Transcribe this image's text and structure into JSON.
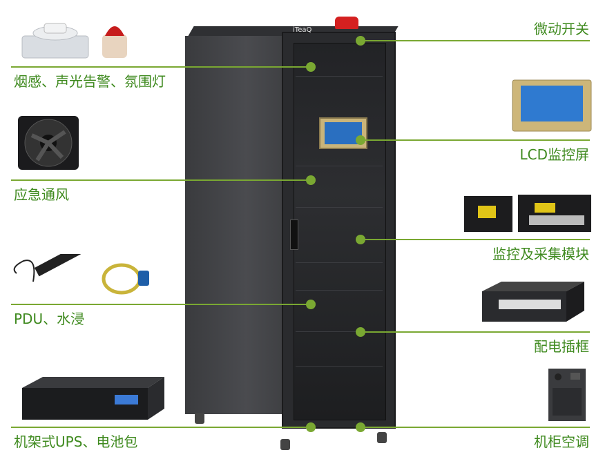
{
  "brand": "iTeaQ",
  "labels": {
    "smoke": "烟感、声光告警、氛围灯",
    "ventilation": "应急通风",
    "pdu": "PDU、水浸",
    "ups": "机架式UPS、电池包",
    "microswitch": "微动开关",
    "lcd": "LCD监控屏",
    "monitor_module": "监控及采集模块",
    "power_frame": "配电插框",
    "aircon": "机柜空调"
  },
  "colors": {
    "accent": "#7aa832",
    "label_text": "#3f8a1f",
    "cabinet": "#2a2b2e"
  }
}
